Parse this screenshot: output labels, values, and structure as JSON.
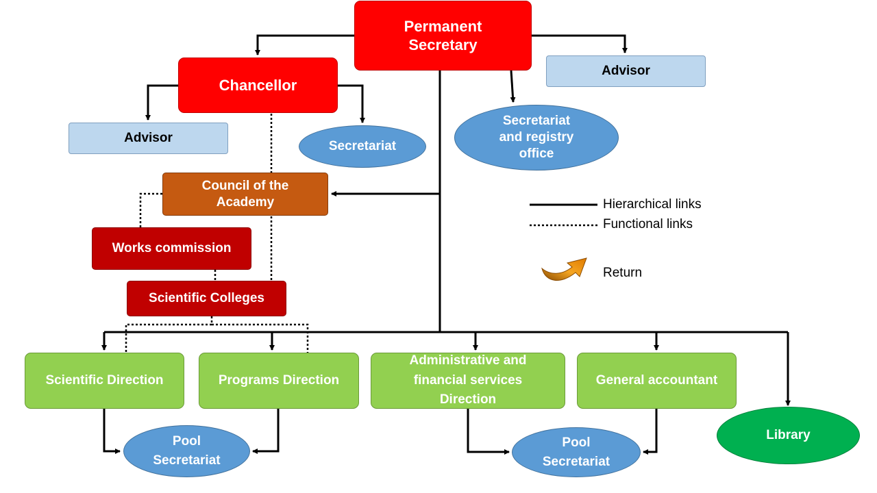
{
  "nodes": {
    "permanent_secretary": "Permanent Secretary",
    "chancellor": "Chancellor",
    "advisor_ps": "Advisor",
    "advisor_chancellor": "Advisor",
    "secretariat": "Secretariat",
    "secretariat_registry": "Secretariat and registry office",
    "council": "Council of the Academy",
    "works_commission": "Works commission",
    "scientific_colleges": "Scientific Colleges",
    "scientific_direction": "Scientific Direction",
    "programs_direction": "Programs Direction",
    "admin_financial": "Administrative and financial services Direction",
    "general_accountant": "General accountant",
    "library": "Library",
    "pool_secretariat_1": "Pool Secretariat",
    "pool_secretariat_2": "Pool Secretariat"
  },
  "legend": {
    "hierarchical": "Hierarchical links",
    "functional": "Functional links",
    "return": "Return"
  },
  "colors": {
    "top_level": "#ff0000",
    "unit": "#c00000",
    "council": "#c55a11",
    "advisor": "#bdd7ee",
    "secretariat": "#5b9bd5",
    "direction": "#92d050",
    "library": "#00b050",
    "return_arrow": "#e07b00"
  },
  "icons": {
    "return": "curved-return-arrow-icon"
  }
}
